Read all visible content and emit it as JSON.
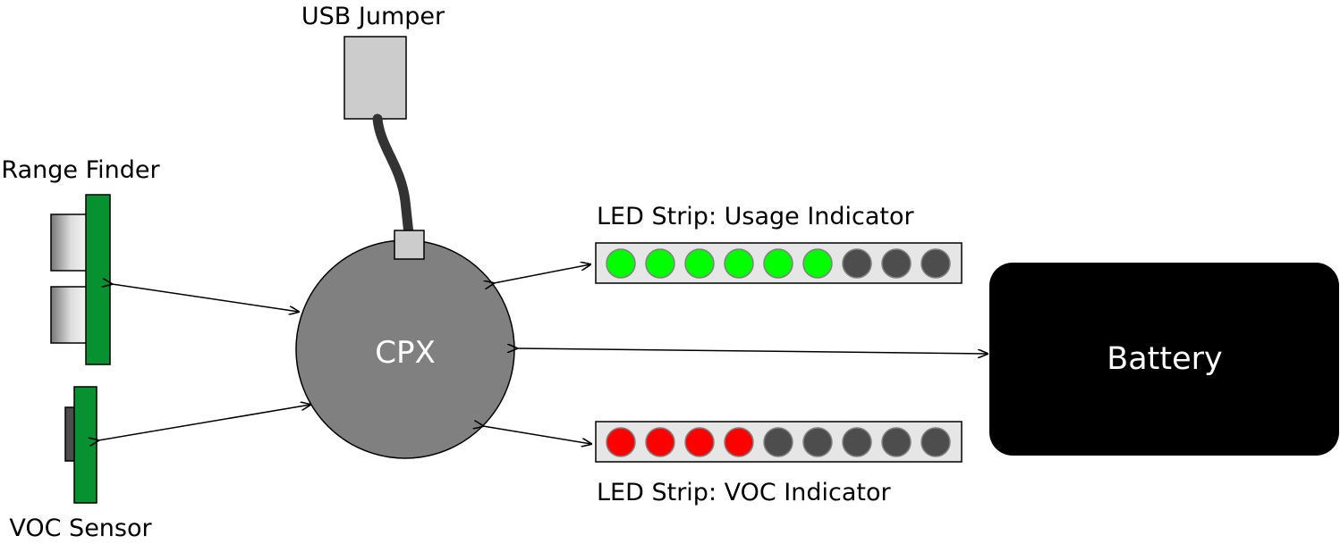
{
  "labels": {
    "usb": "USB Jumper",
    "range_finder": "Range Finder",
    "voc_sensor": "VOC Sensor",
    "cpx": "CPX",
    "battery": "Battery",
    "led_usage": "LED Strip: Usage Indicator",
    "led_voc": "LED Strip: VOC Indicator"
  },
  "led_strips": {
    "usage": {
      "lit": 6,
      "total": 9,
      "on_color": "#00ff00"
    },
    "voc": {
      "lit": 4,
      "total": 9,
      "on_color": "#ff0000"
    }
  },
  "colors": {
    "board_green": "#079130",
    "cpx_gray": "#808080",
    "led_off": "#4d4d4d",
    "strip_bg": "#e6e6e6",
    "usb_gray": "#cccccc",
    "cable": "#333333",
    "battery": "#000000"
  }
}
